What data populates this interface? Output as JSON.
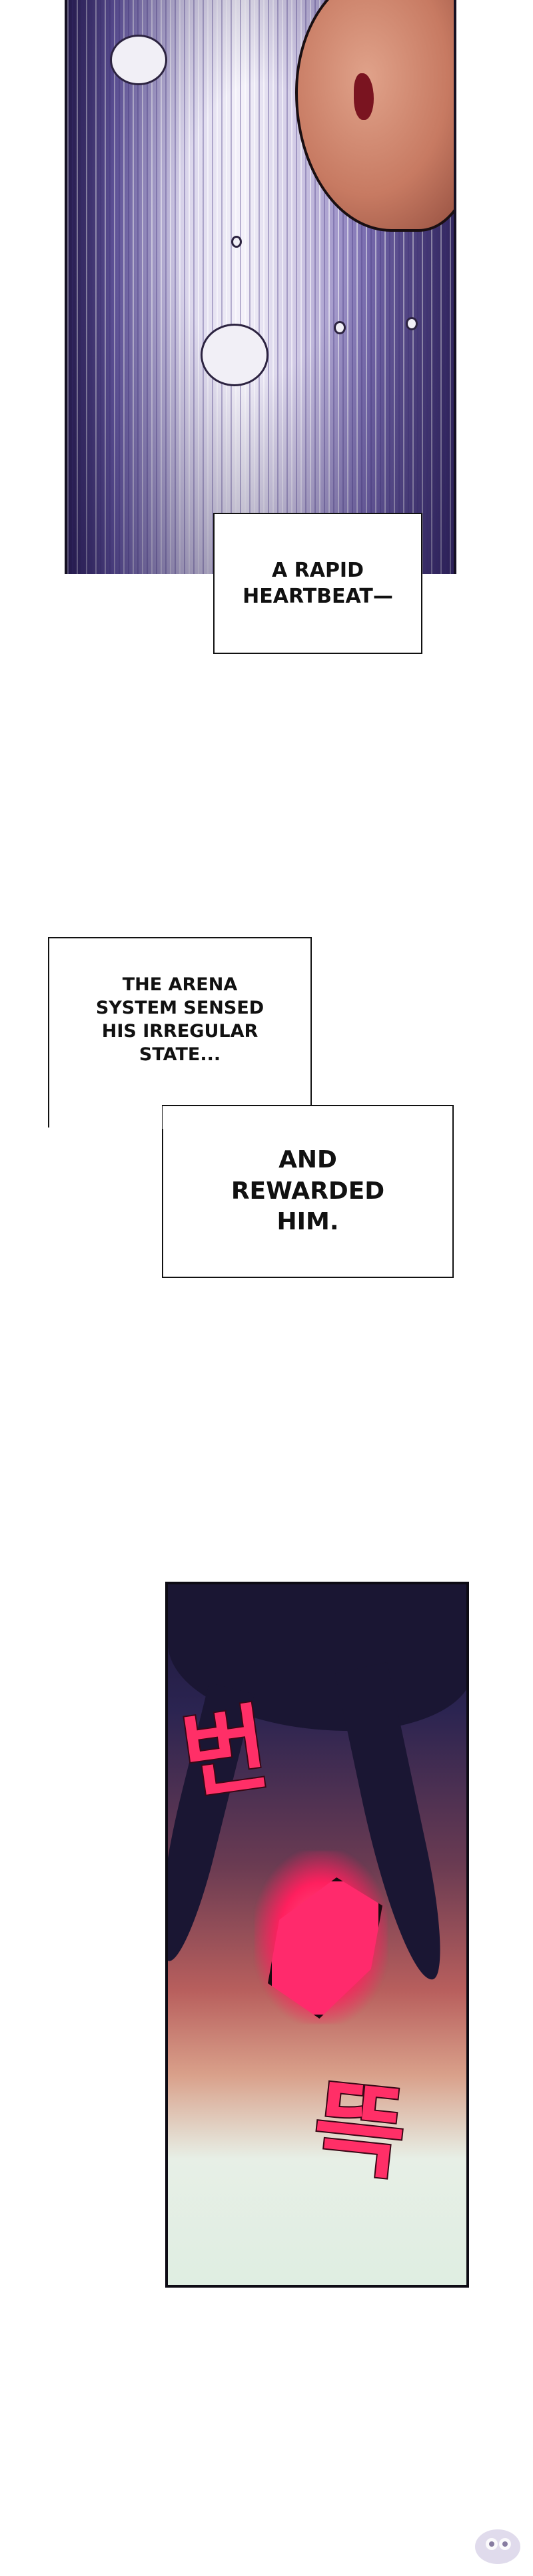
{
  "captions": {
    "heartbeat": "A RAPID HEARTBEAT—",
    "sensed": "THE ARENA SYSTEM SENSED HIS IRREGULAR STATE...",
    "rewarded": "AND REWARDED HIM."
  },
  "sfx": {
    "first": "번",
    "second": "뜩"
  },
  "colors": {
    "eye_glow": "#ff2a6c",
    "panel_border": "#151022",
    "background": "#ffffff"
  },
  "icons": {
    "watermark": "site-watermark-logo"
  }
}
